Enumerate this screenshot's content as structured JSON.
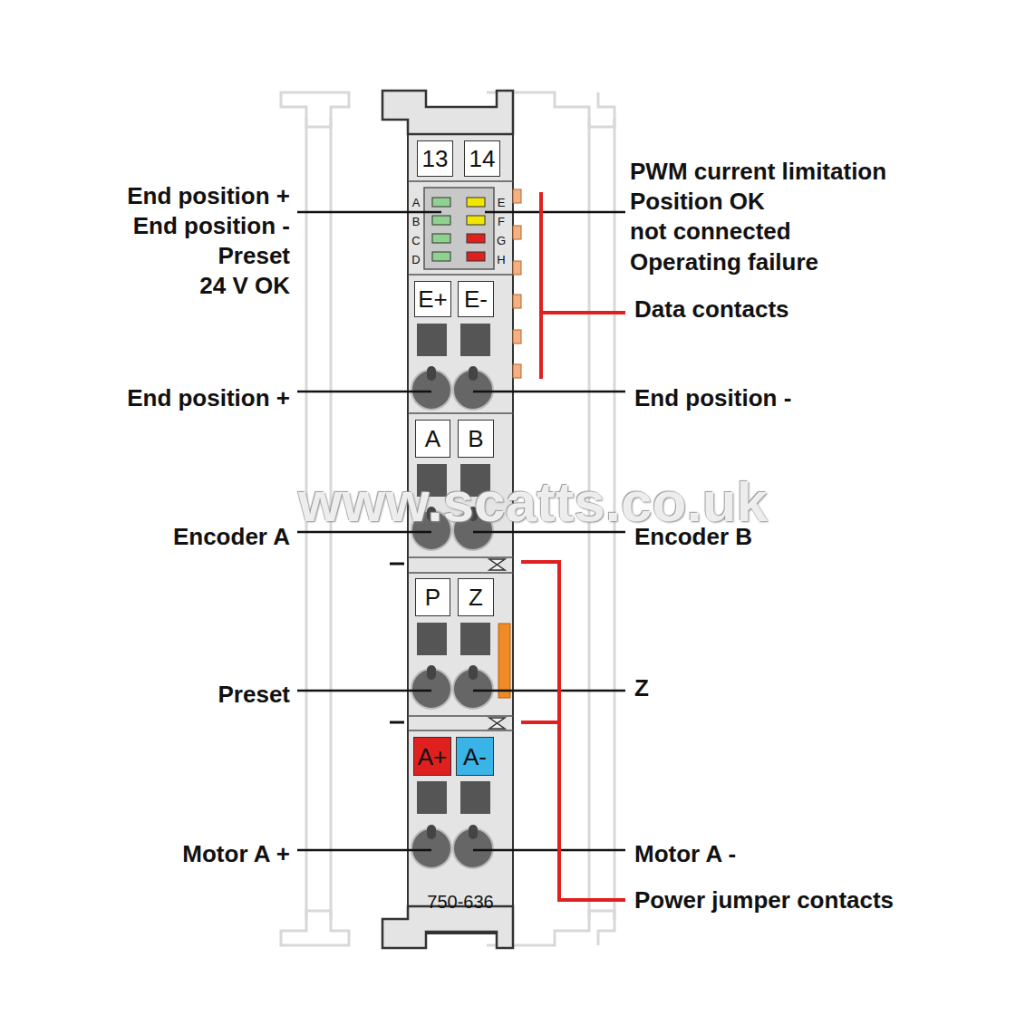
{
  "diagram": {
    "nodes": [
      {
        "text": [
          "13"
        ]
      },
      {
        "text": [
          "14"
        ]
      },
      {
        "text": [
          "E+"
        ]
      },
      {
        "text": [
          "E-"
        ]
      },
      {
        "text": [
          "A"
        ]
      },
      {
        "text": [
          "B"
        ]
      },
      {
        "text": [
          "P"
        ]
      },
      {
        "text": [
          "Z"
        ]
      },
      {
        "text": [
          "A+"
        ]
      },
      {
        "text": [
          "A-"
        ]
      }
    ],
    "labels": [
      "End position +",
      "End position -",
      "Preset",
      "24 V OK",
      "PWM current limitation",
      "Position OK",
      "not connected",
      "Operating failure",
      "Data contacts",
      "End position +",
      "End position -",
      "Encoder A",
      "Encoder B",
      "Preset",
      "Z",
      "Motor A +",
      "Motor A -",
      "Power jumper contacts",
      "A",
      "B",
      "C",
      "D",
      "E",
      "F",
      "G",
      "H",
      "750-636",
      "www.scatts.co.uk"
    ]
  }
}
